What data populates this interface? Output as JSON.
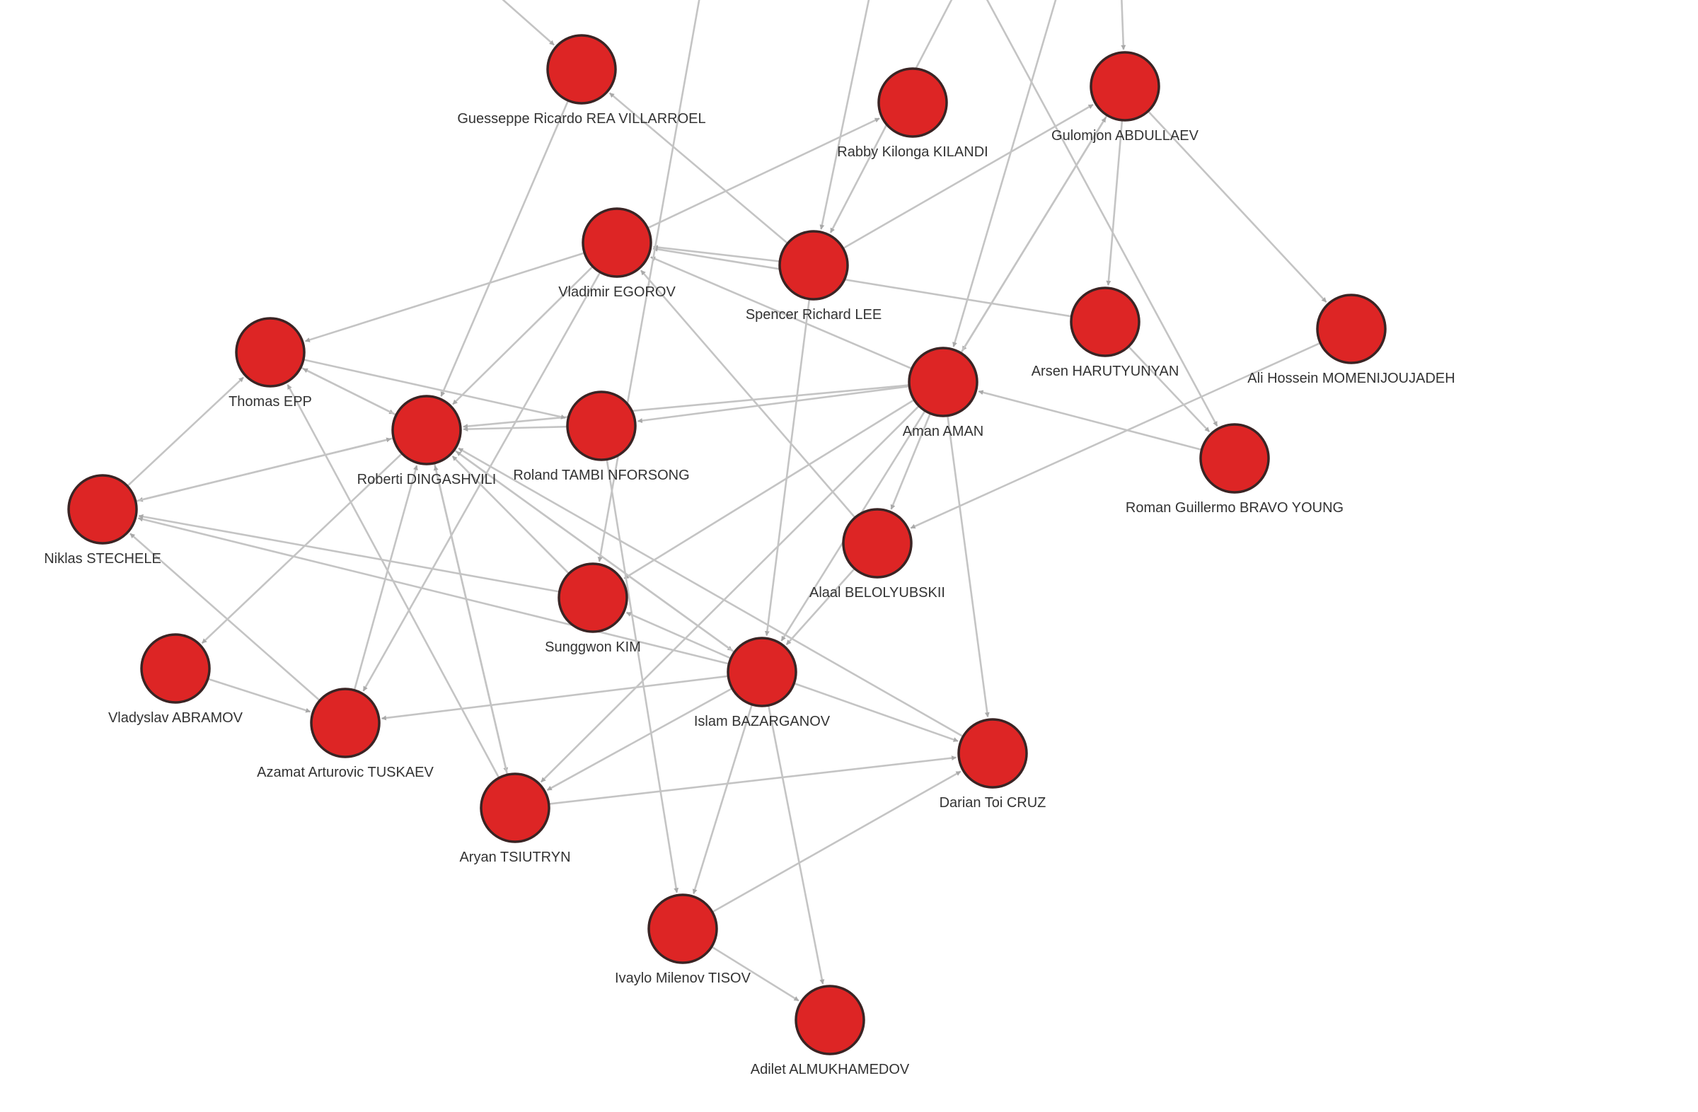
{
  "colors": {
    "node_fill": "#dd2525",
    "node_stroke": "#3a2424",
    "edge": "#c4c4c4",
    "arrow": "#a9a9a9",
    "label": "#333333",
    "background": "#ffffff"
  },
  "nodes": [
    {
      "id": "guesseppe",
      "label": "Guesseppe Ricardo REA VILLARROEL"
    },
    {
      "id": "rabby",
      "label": "Rabby Kilonga KILANDI"
    },
    {
      "id": "gulomjon",
      "label": "Gulomjon ABDULLAEV"
    },
    {
      "id": "vladimir",
      "label": "Vladimir EGOROV"
    },
    {
      "id": "spencer",
      "label": "Spencer Richard LEE"
    },
    {
      "id": "arsen",
      "label": "Arsen HARUTYUNYAN"
    },
    {
      "id": "alihossein",
      "label": "Ali Hossein MOMENIJOUJADEH"
    },
    {
      "id": "thomas",
      "label": "Thomas EPP"
    },
    {
      "id": "roberti",
      "label": "Roberti DINGASHVILI"
    },
    {
      "id": "roland",
      "label": "Roland TAMBI NFORSONG"
    },
    {
      "id": "aman",
      "label": "Aman AMAN"
    },
    {
      "id": "roman",
      "label": "Roman Guillermo BRAVO YOUNG"
    },
    {
      "id": "niklas",
      "label": "Niklas STECHELE"
    },
    {
      "id": "alaal",
      "label": "Alaal BELOLYUBSKII"
    },
    {
      "id": "sunggwon",
      "label": "Sunggwon KIM"
    },
    {
      "id": "vladyslav",
      "label": "Vladyslav ABRAMOV"
    },
    {
      "id": "islam",
      "label": "Islam BAZARGANOV"
    },
    {
      "id": "azamat",
      "label": "Azamat Arturovic TUSKAEV"
    },
    {
      "id": "darian",
      "label": "Darian Toi CRUZ"
    },
    {
      "id": "aryan",
      "label": "Aryan TSIUTRYN"
    },
    {
      "id": "ivaylo",
      "label": "Ivaylo Milenov TISOV"
    },
    {
      "id": "adilet",
      "label": "Adilet ALMUKHAMEDOV"
    }
  ],
  "edges": [
    {
      "source": "guesseppe",
      "target": "roberti"
    },
    {
      "source": "spencer",
      "target": "guesseppe"
    },
    {
      "source": "spencer",
      "target": "gulomjon"
    },
    {
      "source": "spencer",
      "target": "islam"
    },
    {
      "source": "spencer",
      "target": "vladimir"
    },
    {
      "source": "vladimir",
      "target": "rabby"
    },
    {
      "source": "vladimir",
      "target": "thomas"
    },
    {
      "source": "vladimir",
      "target": "roberti"
    },
    {
      "source": "vladimir",
      "target": "azamat"
    },
    {
      "source": "gulomjon",
      "target": "arsen"
    },
    {
      "source": "gulomjon",
      "target": "alihossein"
    },
    {
      "source": "gulomjon",
      "target": "aman"
    },
    {
      "source": "aman",
      "target": "gulomjon"
    },
    {
      "source": "aman",
      "target": "vladimir"
    },
    {
      "source": "aman",
      "target": "roberti"
    },
    {
      "source": "aman",
      "target": "roland"
    },
    {
      "source": "aman",
      "target": "alaal"
    },
    {
      "source": "aman",
      "target": "islam"
    },
    {
      "source": "aman",
      "target": "darian"
    },
    {
      "source": "aman",
      "target": "aryan"
    },
    {
      "source": "aman",
      "target": "sunggwon"
    },
    {
      "source": "arsen",
      "target": "vladimir"
    },
    {
      "source": "arsen",
      "target": "roman"
    },
    {
      "source": "roman",
      "target": "aman"
    },
    {
      "source": "alihossein",
      "target": "alaal"
    },
    {
      "source": "thomas",
      "target": "roberti"
    },
    {
      "source": "thomas",
      "target": "roland"
    },
    {
      "source": "roberti",
      "target": "thomas"
    },
    {
      "source": "roberti",
      "target": "niklas"
    },
    {
      "source": "roberti",
      "target": "vladyslav"
    },
    {
      "source": "roberti",
      "target": "islam"
    },
    {
      "source": "roberti",
      "target": "aryan"
    },
    {
      "source": "roland",
      "target": "roberti"
    },
    {
      "source": "roland",
      "target": "ivaylo"
    },
    {
      "source": "niklas",
      "target": "thomas"
    },
    {
      "source": "niklas",
      "target": "roberti"
    },
    {
      "source": "sunggwon",
      "target": "niklas"
    },
    {
      "source": "sunggwon",
      "target": "roberti"
    },
    {
      "source": "islam",
      "target": "sunggwon"
    },
    {
      "source": "islam",
      "target": "azamat"
    },
    {
      "source": "islam",
      "target": "darian"
    },
    {
      "source": "islam",
      "target": "aryan"
    },
    {
      "source": "islam",
      "target": "ivaylo"
    },
    {
      "source": "islam",
      "target": "adilet"
    },
    {
      "source": "islam",
      "target": "niklas"
    },
    {
      "source": "islam",
      "target": "roberti"
    },
    {
      "source": "alaal",
      "target": "islam"
    },
    {
      "source": "alaal",
      "target": "vladimir"
    },
    {
      "source": "azamat",
      "target": "roberti"
    },
    {
      "source": "azamat",
      "target": "niklas"
    },
    {
      "source": "vladyslav",
      "target": "azamat"
    },
    {
      "source": "aryan",
      "target": "darian"
    },
    {
      "source": "aryan",
      "target": "thomas"
    },
    {
      "source": "aryan",
      "target": "roberti"
    },
    {
      "source": "ivaylo",
      "target": "darian"
    },
    {
      "source": "ivaylo",
      "target": "adilet"
    },
    {
      "source": "darian",
      "target": "roberti"
    }
  ],
  "offscreen_edges": [
    {
      "target": "guesseppe"
    },
    {
      "target": "sunggwon"
    },
    {
      "target": "spencer"
    },
    {
      "target": "roman"
    },
    {
      "target": "gulomjon"
    },
    {
      "target": "aman"
    },
    {
      "target": "spencer"
    }
  ]
}
